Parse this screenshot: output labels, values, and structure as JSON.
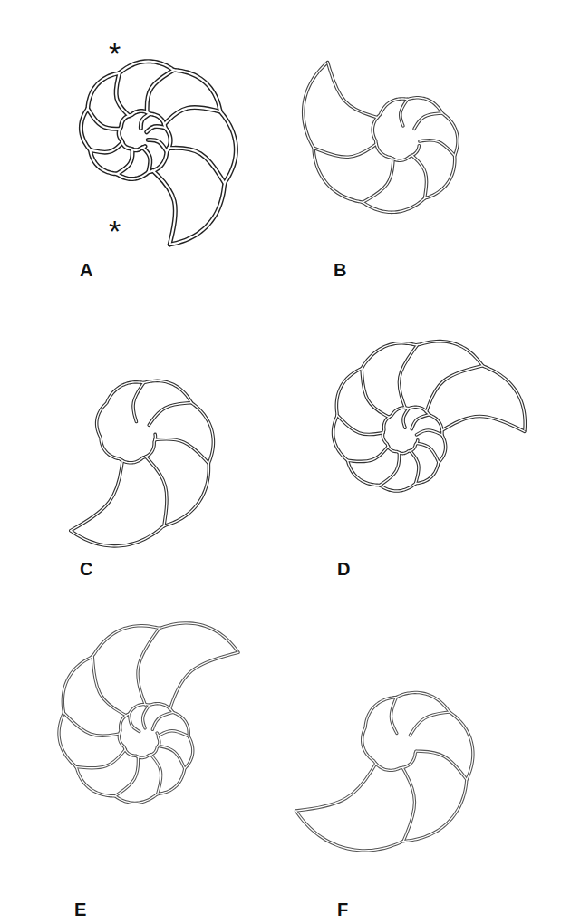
{
  "diagram": {
    "labels": [
      "*",
      "*",
      "A",
      "B",
      "C",
      "D",
      "E",
      "F"
    ]
  }
}
